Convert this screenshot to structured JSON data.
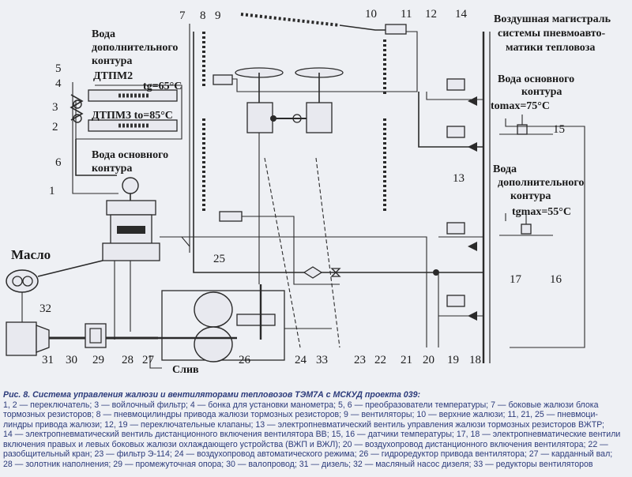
{
  "labels": {
    "water_extra_top": [
      "Вода",
      "дополнительного",
      "контура"
    ],
    "dtpm2": "ДТПМ2",
    "tg": "tg=65°С",
    "dtpm3": "ДТПМ3 to=85°С",
    "water_main_left": [
      "Вода основного",
      "контура"
    ],
    "oil": "Масло",
    "drain": "Слив",
    "air_main": [
      "Воздушная магистраль",
      "системы пневмоавто-",
      "матики тепловоза"
    ],
    "water_main_right": [
      "Вода основного",
      "контура"
    ],
    "tomax": "tomax=75°С",
    "water_extra_right": [
      "Вода",
      "дополнительного",
      "контура"
    ],
    "tgmax": "tgmax=55°С"
  },
  "numbers": [
    "1",
    "2",
    "3",
    "4",
    "5",
    "6",
    "7",
    "8",
    "9",
    "10",
    "11",
    "12",
    "13",
    "14",
    "15",
    "16",
    "17",
    "18",
    "19",
    "20",
    "21",
    "22",
    "23",
    "24",
    "25",
    "26",
    "27",
    "28",
    "29",
    "30",
    "31",
    "32",
    "33"
  ],
  "caption": {
    "title": "Рис. 8. Система управления жалюзи и вентиляторами тепловозов ТЭМ7А с МСКУД проекта 039:",
    "lines": [
      "1, 2 — переключатель; 3 — войлочный фильтр; 4 — бонка для установки манометра; 5, 6 — преобразователи температуры; 7 — боковые жалюзи блока",
      "тормозных резисторов; 8 — пневмоцилиндры привода жалюзи тормозных резисторов; 9 — вентиляторы; 10 — верхние жалюзи; 11, 21, 25 — пневмоци-",
      "линдры привода жалюзи; 12, 19 — переключательные клапаны; 13 — электропневматический вентиль управления жалюзи тормозных резисторов ВЖТР;",
      "14 — электропневматический вентиль дистанционного включения вентилятора ВВ; 15, 16 — датчики температуры; 17, 18 — электропневматические вентили",
      "включения правых и левых боковых жалюзи охлаждающего устройства (ВЖП и ВЖЛ); 20 — воздухопровод дистанционного включения вентилятора; 22 —",
      "разобщительный кран; 23 — фильтр Э-114; 24 — воздухопровод автоматического режима; 26 — гидроредуктор привода вентилятора; 27 — карданный вал;",
      "28 — золотник наполнения; 29 — промежуточная опора; 30 — валопровод; 31 — дизель; 32 — масляный насос дизеля; 33 — редукторы вентиляторов"
    ]
  }
}
